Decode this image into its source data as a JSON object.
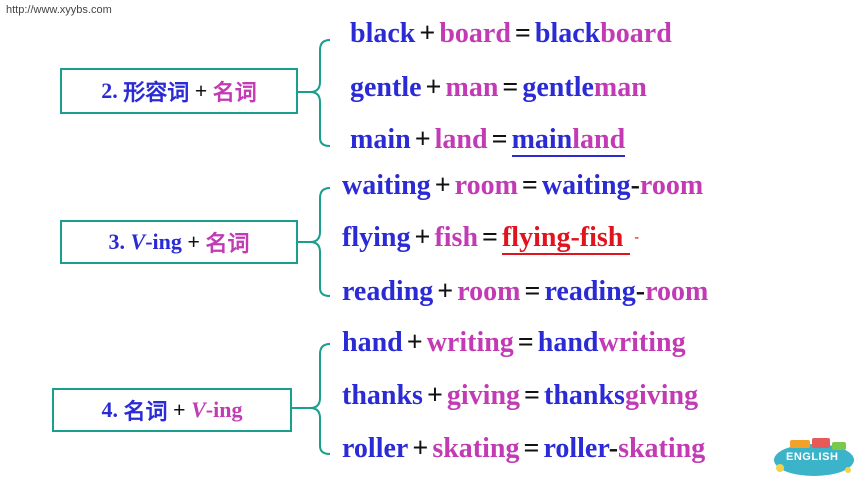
{
  "watermark": "http://www.xyybs.com",
  "groups": [
    {
      "rule": {
        "num": "2.",
        "part1": "形容词",
        "op": "+",
        "part2": "名词"
      },
      "lines": [
        {
          "a": "black",
          "b": "board",
          "r1": "black",
          "r2": "board"
        },
        {
          "a": "gentle",
          "b": "man",
          "r1": "gentle",
          "r2": "man"
        },
        {
          "a": "main",
          "b": "land",
          "r1": "main",
          "r2": "land"
        }
      ]
    },
    {
      "rule": {
        "num": "3.",
        "part1": "V",
        "suffix": "-ing",
        "op": "+",
        "part2": "名词"
      },
      "lines": [
        {
          "a": "waiting",
          "b": "room",
          "r1": "waiting",
          "hy": "-",
          "r2": "room"
        },
        {
          "a": "flying",
          "b": "fish",
          "blank": "flying-fish ",
          "mark": "-"
        },
        {
          "a": "reading",
          "b": "room",
          "r1": "reading",
          "hy": "-",
          "r2": "room"
        }
      ]
    },
    {
      "rule": {
        "num": "4.",
        "part1": "名词",
        "op": "+",
        "part2": "V",
        "suffix": "-ing"
      },
      "lines": [
        {
          "a": "hand",
          "b": "writing",
          "r1": "hand",
          "r2": "writing"
        },
        {
          "a": "thanks",
          "b": "giving",
          "r1": "thanks",
          "r2": "giving"
        },
        {
          "a": "roller",
          "b": "skating",
          "r1": "roller",
          "hy": "-",
          "r2": "skating"
        }
      ]
    }
  ],
  "operators": {
    "plus": "+",
    "equals": "="
  },
  "badge": {
    "label": "ENGLISH",
    "icon": "book-stack-icon"
  }
}
